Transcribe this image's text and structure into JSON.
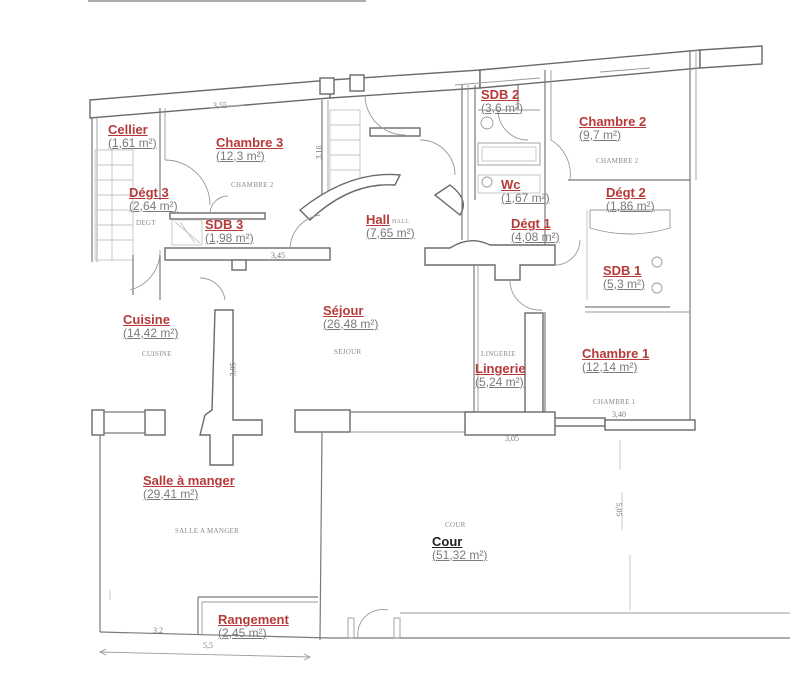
{
  "plan": {
    "label_color": "#b73a3a",
    "rooms": [
      {
        "id": "cellier",
        "name": "Cellier",
        "area": "(1,61 m²)"
      },
      {
        "id": "chambre-3",
        "name": "Chambre 3",
        "area": "(12,3 m²)",
        "stamp": "CHAMBRE 2"
      },
      {
        "id": "degt-3",
        "name": "Dégt 3",
        "area": "(2,64 m²)",
        "stamp": "DEGT"
      },
      {
        "id": "sdb-3",
        "name": "SDB 3",
        "area": "(1,98 m²)"
      },
      {
        "id": "hall",
        "name": "Hall",
        "area": "(7,65 m²)",
        "stamp": "HALL"
      },
      {
        "id": "sdb-2",
        "name": "SDB 2",
        "area": "(3,6 m²)"
      },
      {
        "id": "chambre-2",
        "name": "Chambre 2",
        "area": "(9,7 m²)",
        "stamp": "CHAMBRE 2"
      },
      {
        "id": "wc",
        "name": "Wc",
        "area": "(1,67 m²)"
      },
      {
        "id": "degt-2",
        "name": "Dégt 2",
        "area": "(1,86 m²)"
      },
      {
        "id": "degt-1",
        "name": "Dégt 1",
        "area": "(4,08 m²)"
      },
      {
        "id": "sdb-1",
        "name": "SDB 1",
        "area": "(5,3 m²)"
      },
      {
        "id": "cuisine",
        "name": "Cuisine",
        "area": "(14,42 m²)",
        "stamp": "CUISINE"
      },
      {
        "id": "sejour",
        "name": "Séjour",
        "area": "(26,48 m²)",
        "stamp": "SEJOUR"
      },
      {
        "id": "lingerie",
        "name": "Lingerie",
        "area": "(5,24 m²)",
        "stamp": "LINGERIE"
      },
      {
        "id": "chambre-1",
        "name": "Chambre 1",
        "area": "(12,14 m²)",
        "stamp": "CHAMBRE 1"
      },
      {
        "id": "salle-a-manger",
        "name": "Salle à manger",
        "area": "(29,41 m²)",
        "stamp": "SALLE A MANGER"
      },
      {
        "id": "cour",
        "name": "Cour",
        "area": "(51,32 m²)",
        "stamp": "COUR"
      },
      {
        "id": "rangement",
        "name": "Rangement",
        "area": "(2,45 m²)"
      }
    ],
    "dimensions": {
      "top_cellier": "3,55",
      "stair": "3,16",
      "hall_wall": "3,45",
      "sejour_wall": "3,05",
      "chambre1_wall": "3,40",
      "cour_right": "5,05",
      "lingerie_bottom": "3,05",
      "bottom_left": "3,2",
      "bottom_total": "5,5"
    }
  }
}
